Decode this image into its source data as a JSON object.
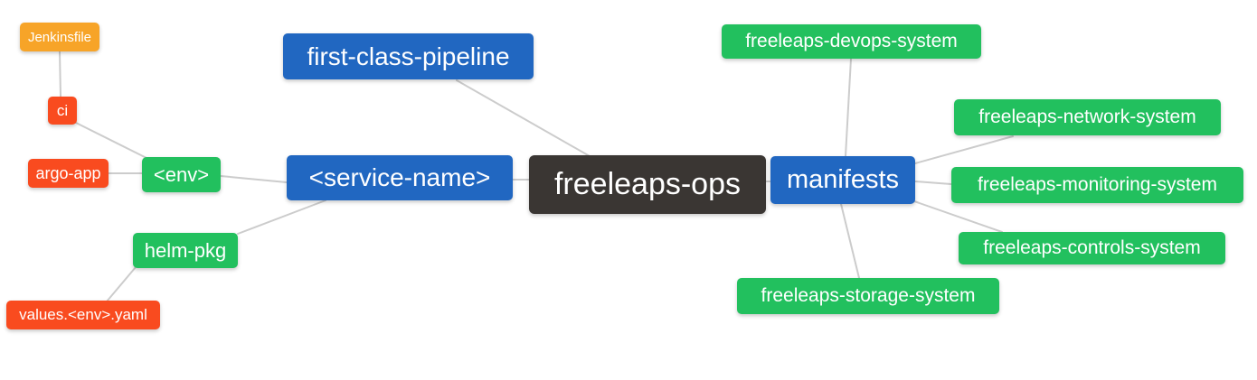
{
  "diagram": {
    "title": "freeleaps-ops mindmap",
    "nodes": {
      "jenkinsfile": "Jenkinsfile",
      "ci": "ci",
      "argo_app": "argo-app",
      "env": "<env>",
      "helm_pkg": "helm-pkg",
      "values_yaml": "values.<env>.yaml",
      "first_class_pipeline": "first-class-pipeline",
      "service_name": "<service-name>",
      "freeleaps_ops": "freeleaps-ops",
      "manifests": "manifests",
      "devops_system": "freeleaps-devops-system",
      "network_system": "freeleaps-network-system",
      "monitoring_system": "freeleaps-monitoring-system",
      "controls_system": "freeleaps-controls-system",
      "storage_system": "freeleaps-storage-system"
    },
    "edges": [
      {
        "from": "Jenkinsfile",
        "to": "ci"
      },
      {
        "from": "ci",
        "to": "<env>"
      },
      {
        "from": "argo-app",
        "to": "<env>"
      },
      {
        "from": "<env>",
        "to": "<service-name>"
      },
      {
        "from": "helm-pkg",
        "to": "<service-name>"
      },
      {
        "from": "helm-pkg",
        "to": "values.<env>.yaml"
      },
      {
        "from": "first-class-pipeline",
        "to": "freeleaps-ops"
      },
      {
        "from": "<service-name>",
        "to": "freeleaps-ops"
      },
      {
        "from": "freeleaps-ops",
        "to": "manifests"
      },
      {
        "from": "manifests",
        "to": "freeleaps-devops-system"
      },
      {
        "from": "manifests",
        "to": "freeleaps-network-system"
      },
      {
        "from": "manifests",
        "to": "freeleaps-monitoring-system"
      },
      {
        "from": "manifests",
        "to": "freeleaps-controls-system"
      },
      {
        "from": "manifests",
        "to": "freeleaps-storage-system"
      }
    ],
    "colors": {
      "root": "#3A3633",
      "branch_blue": "#2167C1",
      "leaf_green": "#22C05E",
      "leaf_red": "#F94B1F",
      "leaf_orange": "#F7A428",
      "connector": "#CCCCCC",
      "text": "#FFFFFF",
      "background": "#FFFFFF"
    }
  }
}
